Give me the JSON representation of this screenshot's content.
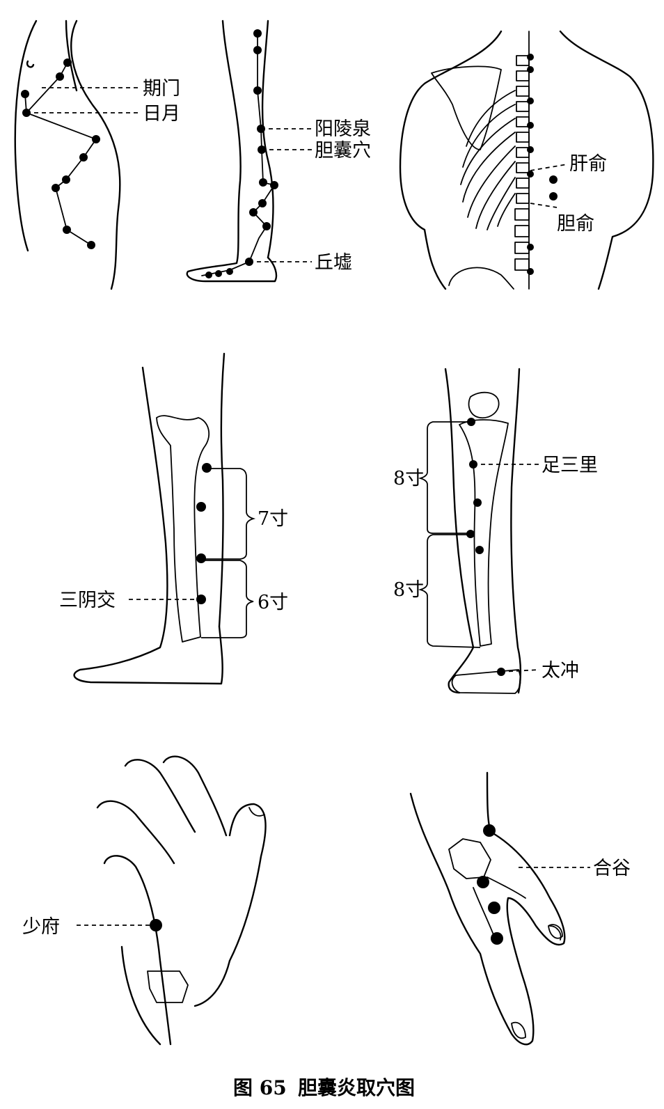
{
  "labels": {
    "qimen": "期门",
    "riyue": "日月",
    "yanglingquan": "阳陵泉",
    "dannangxue": "胆囊穴",
    "qiuxu": "丘墟",
    "ganshu": "肝俞",
    "danshu": "胆俞",
    "sanyinjiao": "三阴交",
    "seven_cun": "7寸",
    "six_cun": "6寸",
    "zusanli": "足三里",
    "eight_cun_upper": "8寸",
    "eight_cun_lower": "8寸",
    "taichong": "太冲",
    "shaofu": "少府",
    "hegu": "合谷"
  },
  "caption": {
    "figure_number": "图 65",
    "title": "胆囊炎取穴图"
  }
}
